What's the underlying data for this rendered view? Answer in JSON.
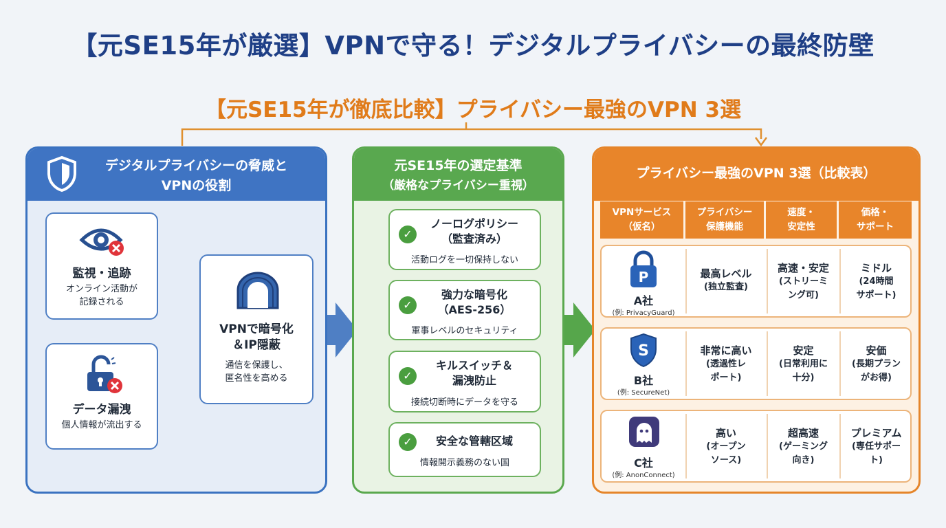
{
  "title": "【元SE15年が厳選】VPNで守る！デジタルプライバシーの最終防壁",
  "subtitle": "【元SE15年が徹底比較】プライバシー最強のVPN 3選",
  "panel_threats": {
    "heading_line1": "デジタルプライバシーの脅威と",
    "heading_line2": "VPNの役割",
    "card_monitor": {
      "title": "監視・追跡",
      "desc_line1": "オンライン活動が",
      "desc_line2": "記録される"
    },
    "card_leak": {
      "title": "データ漏洩",
      "desc_line1": "個人情報が流出する"
    },
    "card_vpn": {
      "title_line1": "VPNで暗号化",
      "title_line2": "＆IP隠蔽",
      "desc_line1": "通信を保護し、",
      "desc_line2": "匿名性を高める"
    }
  },
  "panel_criteria": {
    "heading_line1": "元SE15年の選定基準",
    "heading_line2": "（厳格なプライバシー重視）",
    "items": [
      {
        "title_line1": "ノーログポリシー",
        "title_line2": "（監査済み）",
        "desc": "活動ログを一切保持しない"
      },
      {
        "title_line1": "強力な暗号化",
        "title_line2": "（AES-256）",
        "desc": "軍事レベルのセキュリティ"
      },
      {
        "title_line1": "キルスイッチ＆",
        "title_line2": "漏洩防止",
        "desc": "接続切断時にデータを守る"
      },
      {
        "title_line1": "安全な管轄区域",
        "title_line2": "",
        "desc": "情報開示義務のない国"
      }
    ]
  },
  "panel_compare": {
    "heading": "プライバシー最強のVPN 3選（比較表）",
    "headers": [
      {
        "line1": "VPNサービス",
        "line2": "（仮名）"
      },
      {
        "line1": "プライバシー",
        "line2": "保護機能"
      },
      {
        "line1": "速度・",
        "line2": "安定性"
      },
      {
        "line1": "価格・",
        "line2": "サポート"
      }
    ],
    "rows": [
      {
        "icon": "padlock-p-icon",
        "icon_letter": "P",
        "name": "A社",
        "example": "(例: PrivacyGuard)",
        "privacy": [
          "最高レベル",
          "(独立監査)"
        ],
        "speed": [
          "高速・安定",
          "(ストリーミ",
          "ング可)"
        ],
        "price": [
          "ミドル",
          "(24時間",
          "サポート)"
        ]
      },
      {
        "icon": "shield-s-icon",
        "icon_letter": "S",
        "name": "B社",
        "example": "(例: SecureNet)",
        "privacy": [
          "非常に高い",
          "(透過性レ",
          "ポート)"
        ],
        "speed": [
          "安定",
          "(日常利用に",
          "十分)"
        ],
        "price": [
          "安価",
          "(長期プラン",
          "がお得)"
        ]
      },
      {
        "icon": "ghost-icon",
        "icon_letter": "",
        "name": "C社",
        "example": "(例: AnonConnect)",
        "privacy": [
          "高い",
          "(オープン",
          "ソース)"
        ],
        "speed": [
          "超高速",
          "(ゲーミング",
          "向き)"
        ],
        "price": [
          "プレミアム",
          "(専任サポー",
          "ト)"
        ]
      }
    ]
  },
  "colors": {
    "title": "#1f3f86",
    "subtitle": "#e07b1a",
    "blue": "#3f74c3",
    "green": "#59a84f",
    "orange": "#e8852a",
    "alert_red": "#e0343a"
  }
}
